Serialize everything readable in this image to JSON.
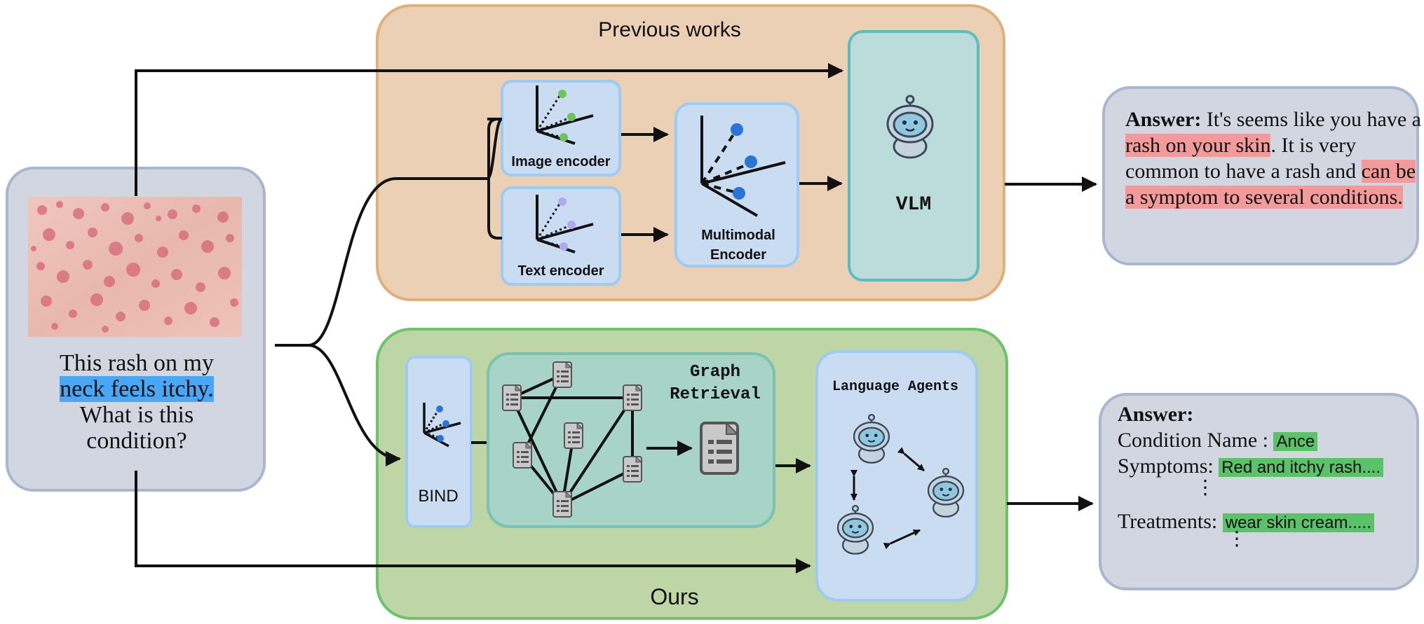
{
  "question": {
    "line1": "This rash on my",
    "highlight": "neck feels itchy.",
    "line3": "What is this",
    "line4": "condition?"
  },
  "previous_works": {
    "title": "Previous works",
    "image_encoder": "Image encoder",
    "text_encoder": "Text encoder",
    "multimodal_line1": "Multimodal",
    "multimodal_line2": "Encoder",
    "vlm": "VLM"
  },
  "ours": {
    "title": "Ours",
    "bind": "BIND",
    "graph_line1": "Graph",
    "graph_line2": "Retrieval",
    "agents": "Language Agents"
  },
  "answer_previous": {
    "label": "Answer:",
    "t1": " It's seems like you have a ",
    "h1": "rash on your skin",
    "t2": ". It is very common to have a rash and ",
    "h2": "can be a symptom to several conditions."
  },
  "answer_ours": {
    "label": "Answer:",
    "condition_label": "Condition Name :",
    "condition_value": "Ance",
    "symptoms_label": "Symptoms:",
    "symptoms_value": "Red and itchy rash....",
    "treatments_label": "Treatments:",
    "treatments_value": "wear skin cream.....",
    "ellipsis": "⋮"
  },
  "colors": {
    "prev_panel": "#ebd0b6",
    "prev_panel_border": "#e0b07c",
    "ours_panel": "#bed5a6",
    "ours_panel_border": "#6cc36c",
    "teal": "#bcdcdb",
    "teal_border": "#5bbdbd",
    "light_blue": "#cadcf2",
    "light_blue_border": "#9ecbf0",
    "gray_box": "#d1d6e0",
    "gray_border": "#a9b6cf",
    "green_dot": "#6ec35a",
    "purple_dot": "#b3a8ee",
    "blue_dot": "#2b74d6"
  }
}
